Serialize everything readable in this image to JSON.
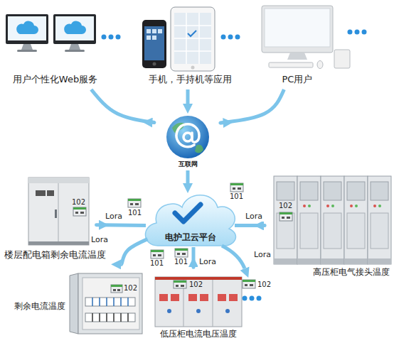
{
  "diagram": {
    "nodes": [
      {
        "text": [
          "用户个性化Web服务"
        ]
      },
      {
        "text": [
          "手机，手持机等应用"
        ]
      },
      {
        "text": [
          "PC用户"
        ]
      },
      {
        "text": [
          "互联网"
        ]
      },
      {
        "text": [
          "电护卫云平台"
        ]
      },
      {
        "text": [
          "楼层配电箱剩余电流温度"
        ]
      },
      {
        "text": [
          "高压柜电气接头温度"
        ]
      },
      {
        "text": [
          "剩余电流温度"
        ]
      },
      {
        "text": [
          "低压柜电流电压温度"
        ]
      }
    ],
    "edges": [
      {
        "from": 0,
        "to": 3,
        "arrow": "to"
      },
      {
        "from": 1,
        "to": 3,
        "arrow": "to"
      },
      {
        "from": 2,
        "to": 3,
        "arrow": "to"
      },
      {
        "from": 3,
        "to": 4,
        "arrow": "to"
      },
      {
        "from": 4,
        "to": 5,
        "label": "Lora",
        "arrow": "to"
      },
      {
        "from": 4,
        "to": 6,
        "label": "Lora",
        "arrow": "to"
      },
      {
        "from": 4,
        "to": 7,
        "label": "Lora",
        "arrow": "to"
      },
      {
        "from": 4,
        "to": 8,
        "label": "Lora",
        "arrow": "to"
      }
    ],
    "labels": [
      "101",
      "101",
      "101",
      "101",
      "102",
      "102",
      "102",
      "102",
      "102",
      "Lora"
    ]
  }
}
